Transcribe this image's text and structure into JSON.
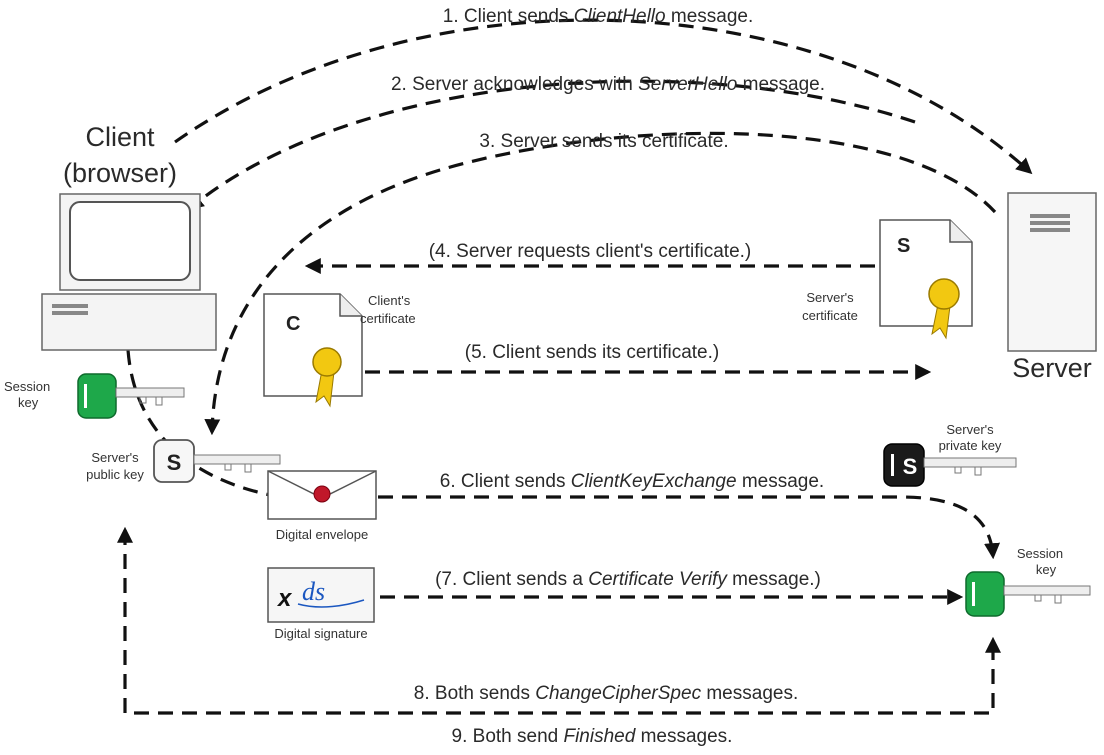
{
  "labels": {
    "client_line1": "Client",
    "client_line2": "(browser)",
    "server": "Server",
    "session_key_line1": "Session",
    "session_key_line2": "key",
    "servers_public_key_line1": "Server's",
    "servers_public_key_line2": "public key",
    "clients_certificate_line1": "Client's",
    "clients_certificate_line2": "certificate",
    "servers_certificate_line1": "Server's",
    "servers_certificate_line2": "certificate",
    "servers_private_key_line1": "Server's",
    "servers_private_key_line2": "private key",
    "digital_envelope": "Digital envelope",
    "digital_signature": "Digital signature",
    "server_session_key_line1": "Session",
    "server_session_key_line2": "key",
    "client_cert_glyph": "C",
    "server_cert_glyph": "S",
    "public_key_glyph": "S",
    "private_key_glyph": "S",
    "signature_glyph_x": "x",
    "signature_glyph_ds": "ds"
  },
  "steps": {
    "s1_pre": "1. Client sends ",
    "s1_em": "ClientHello",
    "s1_post": " message.",
    "s2_pre": "2. Server acknowledges with ",
    "s2_em": "ServerHello",
    "s2_post": " message.",
    "s3": "3. Server sends its certificate.",
    "s4": "(4. Server requests client's certificate.)",
    "s5": "(5. Client sends its certificate.)",
    "s6_pre": "6. Client sends ",
    "s6_em": "ClientKeyExchange",
    "s6_post": " message.",
    "s7_pre": "(7. Client sends a ",
    "s7_em": "Certificate Verify",
    "s7_post": " message.)",
    "s8_pre": "8. Both sends ",
    "s8_em": "ChangeCipherSpec",
    "s8_post": " messages.",
    "s9_pre": "9. Both send ",
    "s9_em": "Finished",
    "s9_post": " messages."
  },
  "colors": {
    "session_key_green": "#1ea84a",
    "seal_yellow": "#f2c811",
    "wax_red": "#c0182a",
    "private_key_black": "#1a1a1a"
  }
}
